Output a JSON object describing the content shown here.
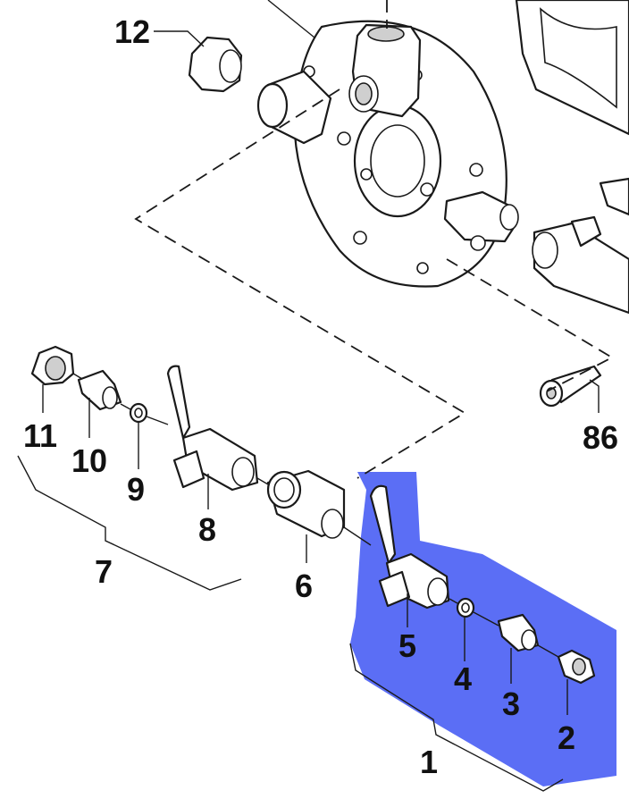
{
  "highlight_color": "#5b6ef5",
  "callouts": [
    {
      "id": "c12",
      "text": "12"
    },
    {
      "id": "c86",
      "text": "86"
    },
    {
      "id": "c11",
      "text": "11"
    },
    {
      "id": "c10",
      "text": "10"
    },
    {
      "id": "c9",
      "text": "9"
    },
    {
      "id": "c8",
      "text": "8"
    },
    {
      "id": "c7",
      "text": "7"
    },
    {
      "id": "c6",
      "text": "6"
    },
    {
      "id": "c5",
      "text": "5"
    },
    {
      "id": "c4",
      "text": "4"
    },
    {
      "id": "c3",
      "text": "3"
    },
    {
      "id": "c2",
      "text": "2"
    },
    {
      "id": "c1",
      "text": "1"
    }
  ]
}
